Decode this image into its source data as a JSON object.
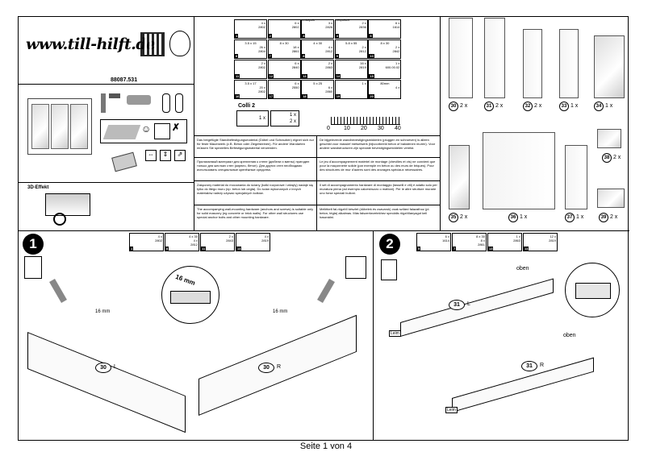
{
  "header": {
    "brand": "www.till-hilft.de",
    "article": "88087.531",
    "effect_label": "3D-Effekt"
  },
  "parts_table": [
    {
      "id": "1",
      "qty": "4 x",
      "code": "2802"
    },
    {
      "id": "2",
      "qty": "6 x",
      "code": "2802"
    },
    {
      "id": "3",
      "qty": "3 x",
      "code": "2826"
    },
    {
      "id": "4",
      "qty": "2 x",
      "code": "2836"
    },
    {
      "id": "5",
      "qty": "6 x",
      "code": "1614"
    },
    {
      "id": "6",
      "size": "3.5 x 15",
      "qty": "26 x",
      "code": "2804"
    },
    {
      "id": "7",
      "size": "8 x 30",
      "qty": "18 x",
      "code": "2861"
    },
    {
      "id": "8",
      "size": "4 x 30",
      "qty": "4 x",
      "code": "2812"
    },
    {
      "id": "9",
      "size": "5.8 x 55",
      "qty": "2 x",
      "code": "2812"
    },
    {
      "id": "10",
      "size": "8 x 30",
      "qty": "2 x",
      "code": "2842"
    },
    {
      "id": "11",
      "qty": "2 x",
      "code": "2802"
    },
    {
      "id": "12",
      "qty": "6 x",
      "code": "2840"
    },
    {
      "id": "13",
      "qty": "2 x",
      "code": "2863"
    },
    {
      "id": "14",
      "qty": "16 x",
      "code": "2819"
    },
    {
      "id": "15",
      "qty": "1 x",
      "code": "600.00.02"
    },
    {
      "id": "16",
      "size": "3.5 x 17",
      "qty": "20 x",
      "code": "2802"
    },
    {
      "id": "17",
      "qty": "6 x",
      "code": "2550"
    },
    {
      "id": "18",
      "size": "5 x 25",
      "qty": "6 x",
      "code": "2860"
    },
    {
      "id": "19",
      "qty": "1 x",
      "code": ""
    },
    {
      "id": "20",
      "size": "80mm",
      "qty": "4 x",
      "code": ""
    }
  ],
  "parts_headers": {
    "h1": "pedalpolk",
    "h2": "reibpolkelt"
  },
  "colli": {
    "title": "Colli 2",
    "q1": "1 x",
    "q2": "1 x",
    "q3": "2 x"
  },
  "ruler": {
    "ticks": [
      "0",
      "10",
      "20",
      "30",
      "40"
    ]
  },
  "texts": {
    "de": "Das beigefügte Standbefestigungsmaterial (Dübel und Schrauben) eignet sich nur für feste Mauerwerk (z.B. Beton oder Ziegelsteinen). Für andere Wandarten müssen Sie spezielles Befestigungsmaterial verwenden.",
    "ru": "Прилагаемый материал для крепления к стене (дюбели и винты) пригоден только для жестких стен (кирпич, бетон). Для других стен необходимо использовать специальные крепёжные средства.",
    "pl": "Załączony materiał do mocowania do ściany (kołki rozporowe i wkręty) nadaje się tylko do litego muru (np. beton lub cegła). Do ścian wykonanych z innych materiałów należy używać specjalnych kołków.",
    "en": "The accompanying wall-mounting hardware (anchors and screws) is suitable only for solid masonry (eg concrete or brick walls). For other wall structures use special anchor bolts and other mounting hardware.",
    "nl": "De bijgeleverde wandbevestigingsmiddelen (pluggen en schroeven) is alleen geschikt voor massief metselwerk (bijvoorbeeld beton of bakstenen muren). Voor andere wandstructuren zijn speciale bevestigingsmiddelen vereist.",
    "fr": "Le jeu d'accompagnement matériel de montage (chevilles et vis) ne convient que pour la maçonnerie solide (par exemple en béton ou des murs de briques). Pour des structures de mur d'autres sont des ancrages spéciaux nécessaires.",
    "it": "Il set di accompagnamento hardware di montaggio (tasselli e viti) è adatto solo per muratura piena (ad esempio calcestruzzo o mattoni). Per le altre strutture murarie uno forse speciali bulloni.",
    "hu": "Mellékelt fal-rögzítő készlet (dübelek és csavarok) csak szilárd falazathoz (pl. beton, tégla) alkalmas. Más falszerkezetekhez speciális rögzítőanyagot kell használni."
  },
  "panels": [
    {
      "id": "30",
      "qty": "2 x"
    },
    {
      "id": "31",
      "qty": "2 x"
    },
    {
      "id": "32",
      "qty": "2 x"
    },
    {
      "id": "33",
      "qty": "1 x"
    },
    {
      "id": "34",
      "qty": "1 x"
    },
    {
      "id": "35",
      "qty": "2 x"
    },
    {
      "id": "36",
      "qty": "1 x"
    },
    {
      "id": "37",
      "qty": "1 x"
    },
    {
      "id": "38",
      "qty": "2 x"
    },
    {
      "id": "39",
      "qty": "2 x"
    }
  ],
  "step1": {
    "num": "1",
    "dim1": "16 mm",
    "dim2": "16 mm",
    "zoom": "16 mm",
    "board_l": "30",
    "side_l": "L",
    "board_r": "30",
    "side_r": "R",
    "parts": [
      {
        "id": "1",
        "qty": "4 x",
        "code": "2802"
      },
      {
        "id": "8",
        "qty": "4 x",
        "code": "2812",
        "size": "4 x 30"
      },
      {
        "id": "11",
        "qty": "2 x",
        "code": "2843"
      },
      {
        "id": "14",
        "qty": "4 x",
        "code": "2819"
      }
    ]
  },
  "step2": {
    "num": "2",
    "board_l": "31",
    "side_l": "L",
    "board_r": "31",
    "side_r": "R",
    "top1": "oben",
    "top2": "oben",
    "glue1": "Leim",
    "glue2": "Leim",
    "parts": [
      {
        "id": "5",
        "qty": "6 x",
        "code": "1614"
      },
      {
        "id": "7",
        "qty": "8 x",
        "code": "2861",
        "size": "8 x 30"
      },
      {
        "id": "13",
        "qty": "1 x",
        "code": "2863"
      },
      {
        "id": "14",
        "qty": "12 x",
        "code": "2819"
      }
    ]
  },
  "footer": "Seite 1 von 4"
}
